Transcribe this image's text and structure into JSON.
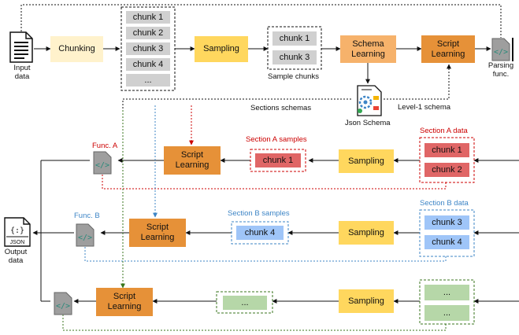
{
  "top": {
    "input_label": "Input\ndata",
    "chunking": "Chunking",
    "chunks": [
      "chunk 1",
      "chunk 2",
      "chunk 3",
      "chunk 4",
      "..."
    ],
    "sampling": "Sampling",
    "sample_chunks": [
      "chunk 1",
      "chunk 3"
    ],
    "sample_chunks_label": "Sample chunks",
    "schema_learning": "Schema\nLearning",
    "script_learning": "Script\nLearning",
    "parsing_label": "Parsing\nfunc.",
    "json_schema_label": "Json Schema",
    "sections_schemas_label": "Sections schemas",
    "level1_schema_label": "Level-1 schema"
  },
  "section_a": {
    "func_label": "Func. A",
    "script_learning": "Script\nLearning",
    "samples_label": "Section A samples",
    "sample_chunks": [
      "chunk 1"
    ],
    "sampling": "Sampling",
    "data_label": "Section A data",
    "data_chunks": [
      "chunk 1",
      "chunk 2"
    ]
  },
  "section_b": {
    "func_label": "Func. B",
    "script_learning": "Script\nLearning",
    "samples_label": "Section B samples",
    "sample_chunks": [
      "chunk 4"
    ],
    "sampling": "Sampling",
    "data_label": "Section B data",
    "data_chunks": [
      "chunk 3",
      "chunk 4"
    ]
  },
  "section_c": {
    "script_learning": "Script\nLearning",
    "sample_chunks": [
      "..."
    ],
    "sampling": "Sampling",
    "data_chunks": [
      "...",
      "..."
    ]
  },
  "output": {
    "json_text": "JSON",
    "label": "Output\ndata"
  },
  "colors": {
    "section_a": "#cc0000",
    "section_b": "#3d85c6",
    "section_c": "#38761d"
  }
}
